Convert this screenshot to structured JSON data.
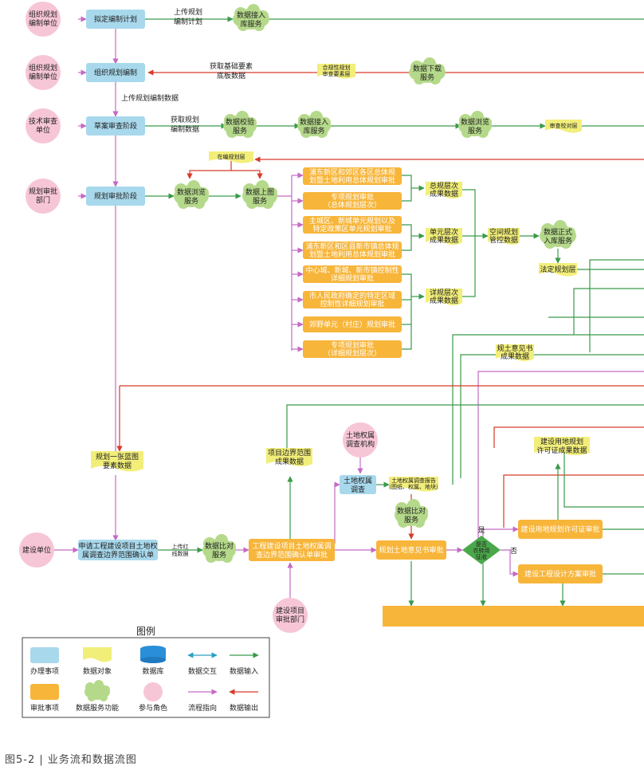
{
  "caption": "图5-2  |  业务流和数据流图",
  "colors": {
    "task": "#a8d8ec",
    "approval": "#f7b53a",
    "object": "#f2ee7a",
    "service": "#b5d98a",
    "role": "#f7c6d6",
    "green_line": "#3a9a4a",
    "red_line": "#d83a2a",
    "pink_line": "#c46ac4",
    "cyan_line": "#2aa0c0"
  },
  "roles": {
    "r1": [
      "组织规划",
      "编制单位"
    ],
    "r2": [
      "组织规划",
      "编制单位"
    ],
    "r3": [
      "技术审查",
      "单位"
    ],
    "r4": [
      "规划审批",
      "部门"
    ],
    "r5": [
      "土地权属",
      "调查机构"
    ],
    "r6": [
      "建设单位"
    ],
    "r7": [
      "建设项目",
      "审批部门"
    ]
  },
  "tasks": {
    "t1": "拟定编制计划",
    "t2": "组织规划编制",
    "t3": "草案审查阶段",
    "t4": "规划审批阶段",
    "t5": "土地权属",
    "t5b": "调查",
    "t6": [
      "申请工程建设项目土地权",
      "属调查边界范围确认单"
    ]
  },
  "approvals": {
    "a1": [
      "浦东新区和郊区各区总体规",
      "划暨土地利用总体规划审批"
    ],
    "a2": [
      "专项规划审批",
      "（总体规划层次）"
    ],
    "a3": [
      "主城区、新城单元规划以及",
      "特定政策区单元规划审批"
    ],
    "a4": [
      "浦东新区和区县新市镇总体规",
      "划暨土地利用总体规划审批"
    ],
    "a5": [
      "中心城、新城、新市镇控制性",
      "详细规划审批"
    ],
    "a6": [
      "市人民政府确定的特定区域",
      "控制性详细规划审批"
    ],
    "a7": "郊野单元（村庄）规划审批",
    "a8": [
      "专项规划审批",
      "（详细规划层次）"
    ],
    "a9": [
      "工程建设项目土地权属调",
      "查边界范围确认单审批"
    ],
    "a10": "规划土地意见书审批",
    "a11": "建设用地规划许可证审批",
    "a12": "建设工程设计方案审批"
  },
  "objects": {
    "o1": [
      "总规层次",
      "成果数据"
    ],
    "o2": [
      "单元层次",
      "成果数据"
    ],
    "o3": [
      "详规层次",
      "成果数据"
    ],
    "o4": [
      "空间规划",
      "管控数据"
    ],
    "o5": "法定规划层",
    "o6": "在编规划层",
    "o7": [
      "合规性规划",
      "审查要素层"
    ],
    "o8": "审查校对层",
    "o9": [
      "规土意见书",
      "成果数据"
    ],
    "o10": [
      "项目边界范围",
      "成果数据"
    ],
    "o11": [
      "规划一张蓝图",
      "要素数据"
    ],
    "o12": [
      "建设用地规划",
      "许可证成果数据"
    ],
    "o13": [
      "土地权属调查报告",
      "（图纸、权属、地块）"
    ]
  },
  "services": {
    "s1": [
      "数据接入",
      "库服务"
    ],
    "s2": [
      "数据下载",
      "服务"
    ],
    "s3": [
      "数据校验",
      "服务"
    ],
    "s4": [
      "数据接入",
      "库服务"
    ],
    "s5": [
      "数据浏览",
      "服务"
    ],
    "s6": [
      "数据浏览",
      "服务"
    ],
    "s7": [
      "数据上图",
      "服务"
    ],
    "s8": [
      "数据正式",
      "入库服务"
    ],
    "s9": [
      "数据比对",
      "服务"
    ],
    "s10": [
      "数据比对",
      "服务"
    ]
  },
  "decision": [
    "是否",
    "农转用",
    "征收"
  ],
  "edge_labels": {
    "e1": [
      "上传规划",
      "编制计划"
    ],
    "e2": [
      "获取基础要素",
      "底板数据"
    ],
    "e3": "上传规划编制数据",
    "e4": [
      "获取规划",
      "编制数据"
    ],
    "e5": [
      "上传红",
      "线数据"
    ],
    "yes": "是",
    "no": "否"
  },
  "legend": {
    "title": "图例",
    "items": [
      "办理事项",
      "数据对象",
      "数据库",
      "数据交互",
      "数据输入",
      "审批事项",
      "数据服务功能",
      "参与角色",
      "流程指向",
      "数据输出"
    ]
  }
}
